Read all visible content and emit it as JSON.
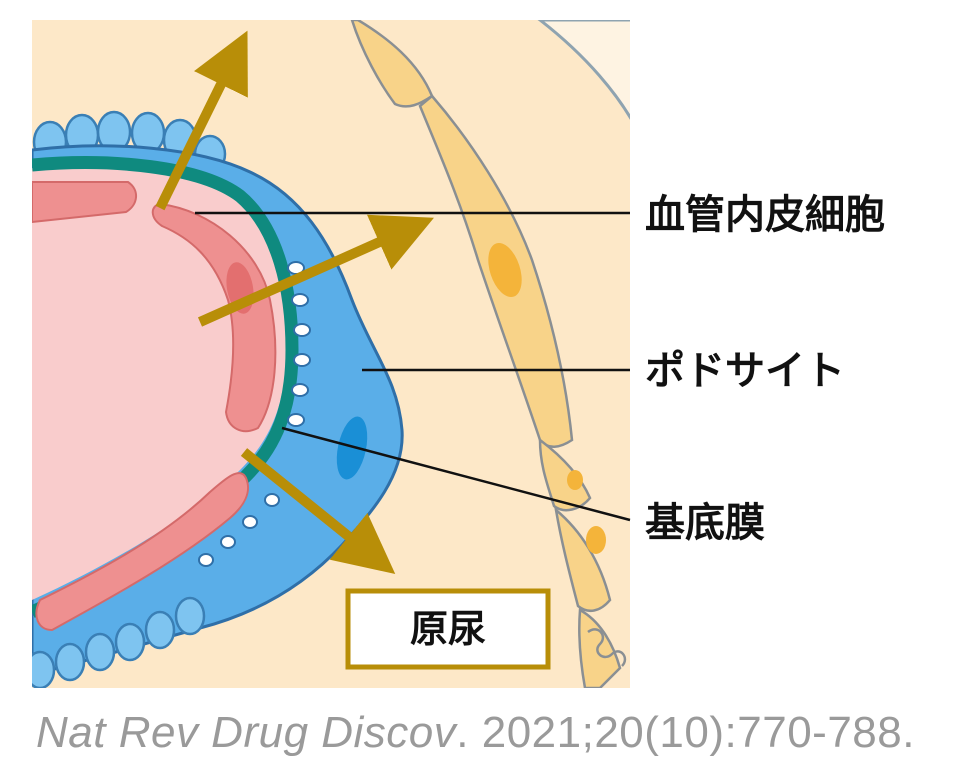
{
  "labels": {
    "endothelial": "血管内皮細胞",
    "podocyte": "ポドサイト",
    "basement_membrane": "基底膜"
  },
  "box": {
    "text": "原尿"
  },
  "citation": {
    "journal": "Nat Rev Drug Discov",
    "details": ". 2021;20(10):770-788."
  },
  "colors": {
    "background": "#fde8c8",
    "lumen": "#f9cccc",
    "endothelium": "#ee9090",
    "basement_membrane": "#0f8a7f",
    "podocyte": "#5aaee8",
    "epithelial_cells": "#f8d389",
    "arrow": "#b88e08"
  }
}
